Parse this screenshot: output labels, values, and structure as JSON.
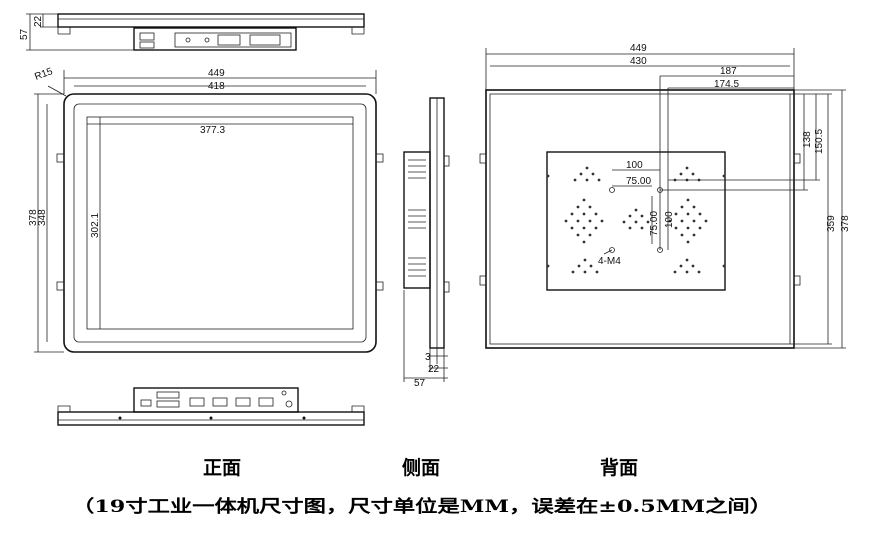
{
  "views": {
    "front_label": "正面",
    "side_label": "侧面",
    "back_label": "背面"
  },
  "caption": "（19寸工业一体机尺寸图，尺寸单位是MM，误差在±0.5MM之间）",
  "top_view": {
    "dim_a": "22",
    "dim_b": "57"
  },
  "front_view": {
    "corner_radius": "R15",
    "outer_width": "449",
    "inner_width": "418",
    "screen_width": "377.3",
    "screen_height": "302.1",
    "outer_height": "378",
    "inner_height": "348"
  },
  "side_view": {
    "dim_a": "3",
    "dim_b": "22",
    "dim_c": "57"
  },
  "back_view": {
    "outer_width": "449",
    "inner_width": "430",
    "dim_187": "187",
    "dim_174": "174.5",
    "dim_138": "138",
    "dim_150": "150.5",
    "vesa_100_h": "100",
    "vesa_75_h": "75.00",
    "vesa_75_v": "75.00",
    "vesa_100_v": "100",
    "screw": "4-M4",
    "inner_height": "359",
    "outer_height": "378"
  }
}
